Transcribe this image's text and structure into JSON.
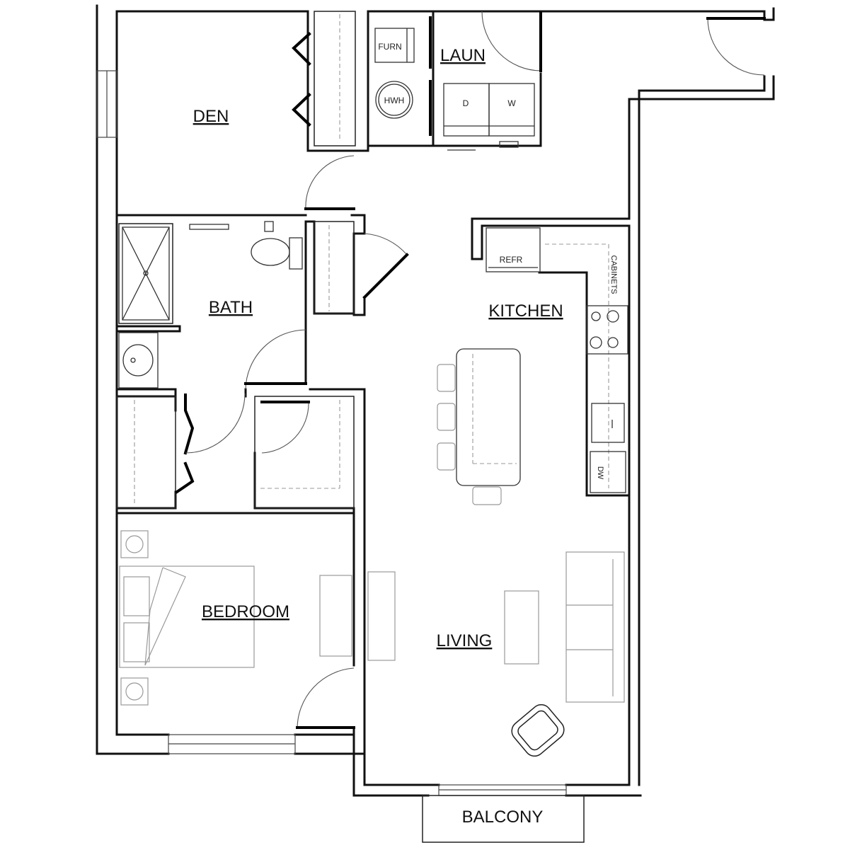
{
  "rooms": {
    "den": "DEN",
    "laundry": "LAUN",
    "bath": "BATH",
    "kitchen": "KITCHEN",
    "bedroom": "BEDROOM",
    "living": "LIVING",
    "balcony": "BALCONY"
  },
  "appliances": {
    "furnace": "FURN",
    "water_heater": "HWH",
    "dryer": "D",
    "washer": "W",
    "refrigerator": "REFR",
    "cabinets": "CABINETS",
    "dishwasher": "DW"
  },
  "colors": {
    "wall": "#111111",
    "furniture": "#999999",
    "background": "#ffffff"
  }
}
